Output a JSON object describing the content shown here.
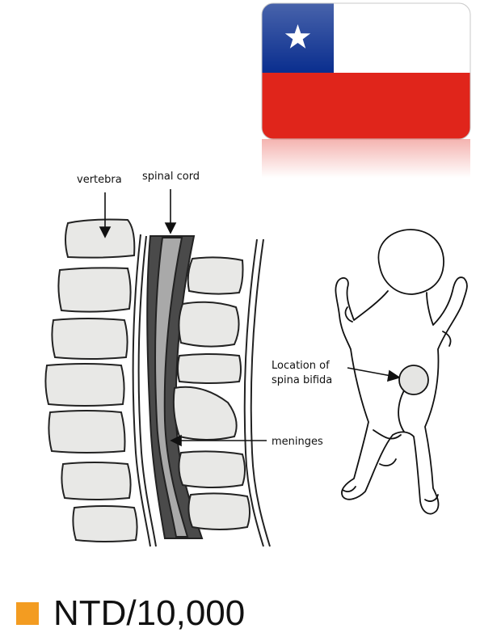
{
  "flag": {
    "name": "chile-flag",
    "colors": {
      "blue": "#0b2f8f",
      "white": "#ffffff",
      "red": "#e0251b"
    }
  },
  "diagram": {
    "labels": {
      "vertebra": "vertebra",
      "spinal_cord": "spinal cord",
      "meninges": "meninges",
      "location_line1": "Location of",
      "location_line2": "spina bifida"
    }
  },
  "legend": {
    "label": "NTD/10,000",
    "swatch_color": "#f39c21"
  }
}
